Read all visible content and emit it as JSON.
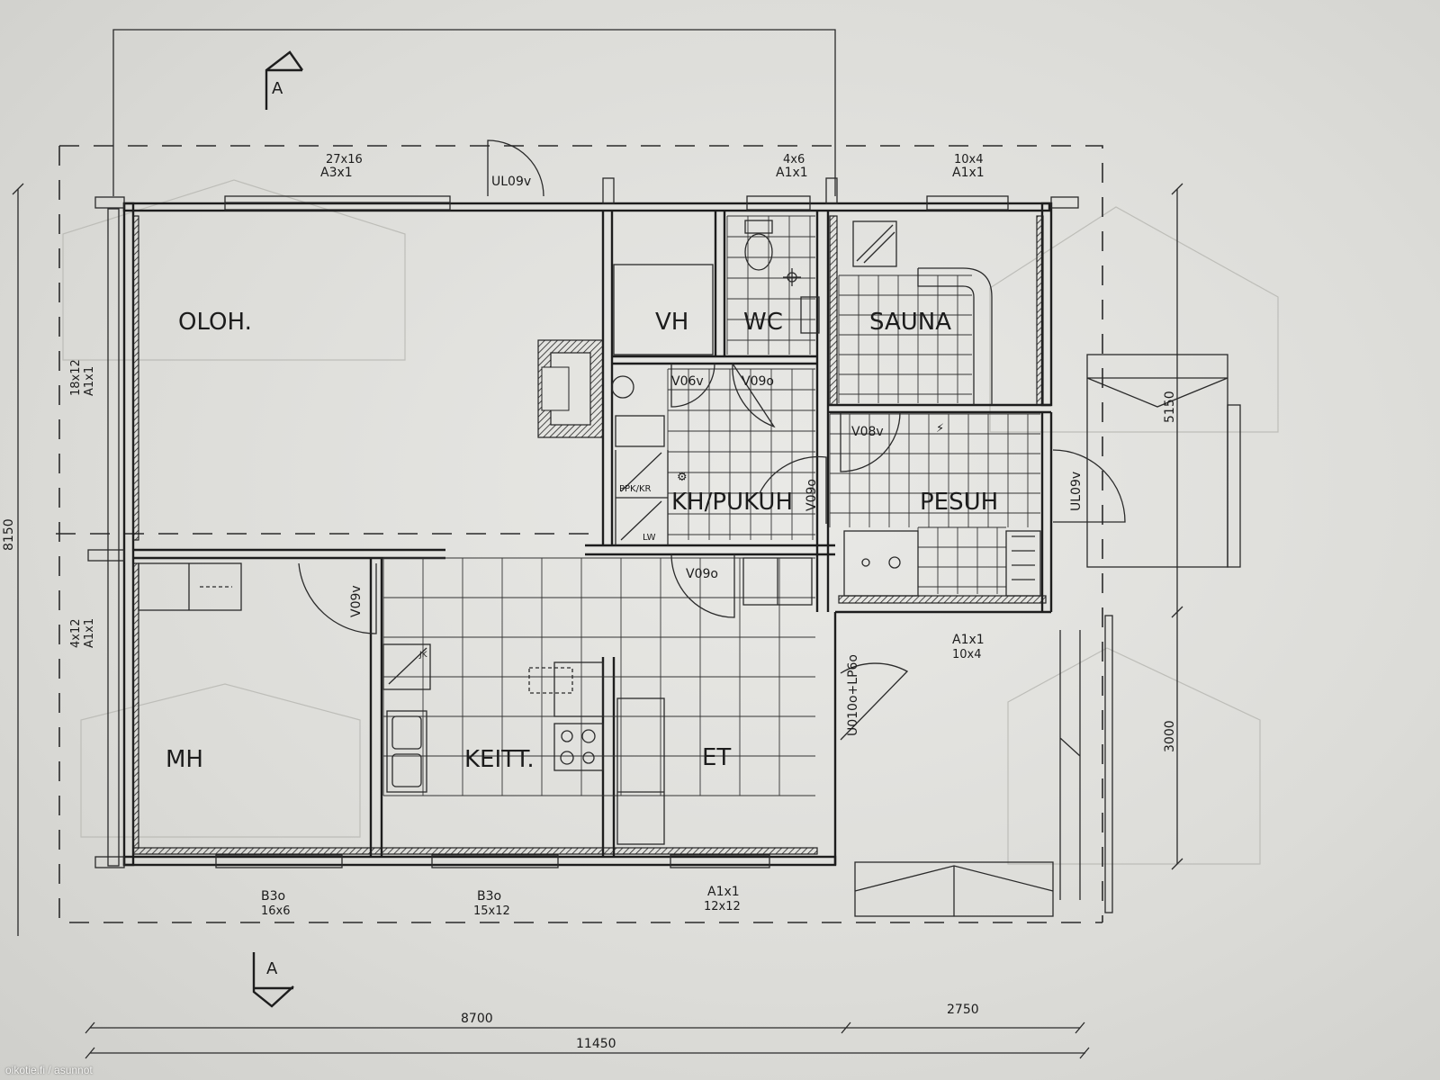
{
  "rooms": {
    "oloh": "OLOH.",
    "vh": "VH",
    "wc": "WC",
    "sauna": "SAUNA",
    "kh_pukuh": "KH/PUKUH",
    "pesuh": "PESUH",
    "mh": "MH",
    "keitt": "KEITT.",
    "et": "ET"
  },
  "section_marker": "A",
  "doors": {
    "ul09v_top": "UL09v",
    "v06v": "V06v",
    "v09o_a": "V09o",
    "v08v": "V08v",
    "v09o_b": "V09o",
    "ul09v_right": "UL09v",
    "v09o_c": "V09o",
    "v09v": "V09v",
    "u010o": "U010o+LP6o"
  },
  "windows": {
    "top_left": {
      "size": "27x16",
      "code": "A3x1"
    },
    "top_mid": {
      "size": "4x6",
      "code": "A1x1"
    },
    "top_right": {
      "size": "10x4",
      "code": "A1x1"
    },
    "left_upper": {
      "size": "18x12",
      "code": "A1x1"
    },
    "left_lower": {
      "size": "4x12",
      "code": "A1x1"
    },
    "entry": {
      "code": "A1x1",
      "size": "10x4"
    },
    "bottom_1": {
      "code": "B3o",
      "size": "16x6"
    },
    "bottom_2": {
      "code": "B3o",
      "size": "15x12"
    },
    "bottom_3": {
      "code": "A1x1",
      "size": "12x12"
    }
  },
  "fixtures": {
    "ppk_kr": "PPK/KR",
    "lw": "LW",
    "jk": "JK"
  },
  "dimensions": {
    "d8700": "8700",
    "d2750": "2750",
    "d11450": "11450",
    "d5150": "5150",
    "d3000": "3000",
    "d8150": "8150"
  },
  "watermark": "oikotie.fi / asunnot"
}
